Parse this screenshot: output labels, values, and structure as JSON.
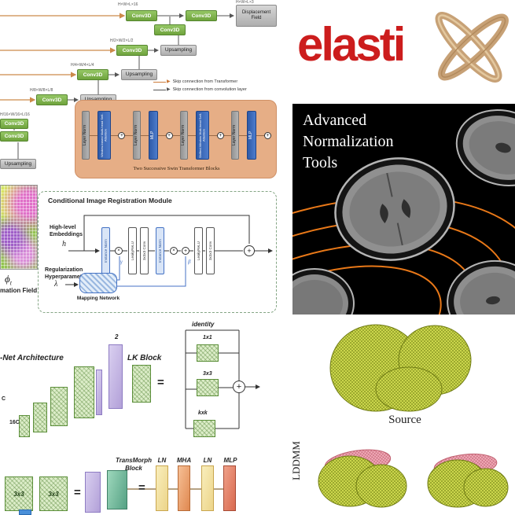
{
  "ops": {
    "plus": "+",
    "times": "×"
  },
  "transmorph": {
    "conv": "Conv3D",
    "up": "Upsampling",
    "disp": "Displacement Field",
    "dims": {
      "d1": "H×W×L×16",
      "dout": "H×W×L×3",
      "d2": "H/2×W/2×L/2",
      "d3": "H/4×W/4×L/4",
      "d4": "H/8×W/8×L/8",
      "d5": "H/16×W/16×L/16"
    },
    "legend": {
      "transformer": "Skip connection from Transformer",
      "conv": "Skip connection from convolution layer"
    },
    "swin": {
      "caption": "Two Successive Swin Transformer Blocks",
      "bars": [
        {
          "label": "Layer Norm"
        },
        {
          "label": "Window-based Multi-head Self-Attention"
        },
        {
          "label": "Layer Norm"
        },
        {
          "label": "MLP"
        },
        {
          "label": "Layer Norm"
        },
        {
          "label": "Shifted-Window Multi-head Self-Attention"
        },
        {
          "label": "Layer Norm"
        },
        {
          "label": "MLP"
        }
      ]
    }
  },
  "elastix": {
    "wordmark": "elasti"
  },
  "ants": {
    "line1": "Advanced",
    "line2": "Normalization",
    "line3": "Tools"
  },
  "defield": {
    "phi": "ϕ",
    "sub": "t",
    "caption": "mation Field"
  },
  "cir": {
    "title": "Conditional Image Registration Module",
    "embed1": "High-level",
    "embed2": "Embeddings",
    "h": "h",
    "reg1": "Regularization",
    "reg2": "Hyperparameter",
    "lambda": "λ",
    "mapping": "Mapping Network",
    "gamma": "γ",
    "beta": "β",
    "bars": [
      {
        "label": "Instance Norm"
      },
      {
        "label": "LeakyReLU"
      },
      {
        "label": "3x3x3 Conv"
      },
      {
        "label": "Instance Norm"
      },
      {
        "label": "LeakyReLU"
      },
      {
        "label": "3x3x3 Conv"
      }
    ]
  },
  "lku": {
    "two": "2",
    "unet_title": "-Net Architecture",
    "c": "C",
    "c16": "16C",
    "lk_title": "LK Block",
    "eq": "=",
    "identity": "identity",
    "k1": "1x1",
    "k3": "3x3",
    "kk": "kxk",
    "tm1": "TransMorph",
    "tm2": "Block",
    "ln1": "LN",
    "mha": "MHA",
    "ln2": "LN",
    "mlp": "MLP",
    "conv1": "3x3",
    "conv2": "3x3"
  },
  "lddmm": {
    "source": "Source",
    "method": "LDDMM"
  }
}
